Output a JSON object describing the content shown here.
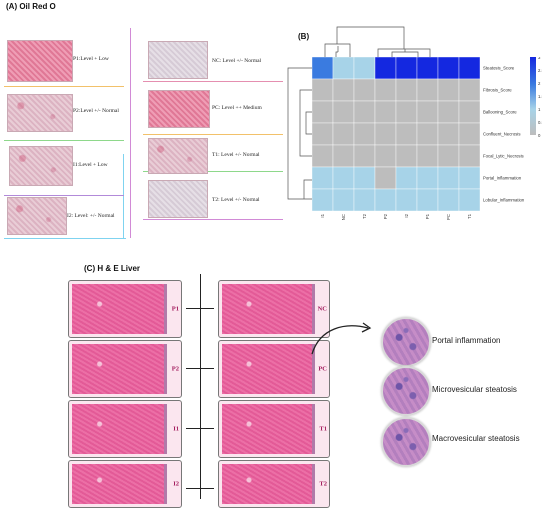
{
  "panel_a": {
    "title": "(A) Oil Red O",
    "items": [
      {
        "label": "P1:Level + Low"
      },
      {
        "label": "P2:Level +/- Normal"
      },
      {
        "label": "I1:Level + Low"
      },
      {
        "label": "I2: Level: +/- Normal"
      },
      {
        "label": "NC: Level +/- Normal"
      },
      {
        "label": "PC: Level ++ Medium"
      },
      {
        "label": "T1: Level +/- Normal"
      },
      {
        "label": "T2: Level +/- Normal"
      }
    ]
  },
  "panel_b": {
    "title": "(B)",
    "rows": [
      "Steatosis_Score",
      "Fibrosis_Score",
      "Ballooning_Score",
      "Confluent_Necrosis",
      "Focal_Lytic_Necrosis",
      "Portal_Inflammation",
      "Lobular_Inflammation"
    ],
    "cols": [
      "I1",
      "NC",
      "T2",
      "P2",
      "I2",
      "P1",
      "PC",
      "T1"
    ],
    "values": [
      [
        2,
        1,
        1,
        3,
        3,
        3,
        3,
        3
      ],
      [
        0,
        0,
        0,
        0,
        0,
        0,
        0,
        0
      ],
      [
        0,
        0,
        0,
        0,
        0,
        0,
        0,
        0
      ],
      [
        0,
        0,
        0,
        0,
        0,
        0,
        0,
        0
      ],
      [
        0,
        0,
        0,
        0,
        0,
        0,
        0,
        0
      ],
      [
        1,
        1,
        1,
        0,
        1,
        1,
        1,
        1
      ],
      [
        1,
        1,
        1,
        1,
        1,
        1,
        1,
        1
      ]
    ],
    "colorbar_ticks": [
      "3",
      "2.5",
      "2",
      "1.5",
      "1",
      "0.5",
      "0"
    ],
    "colors": {
      "c0": "#bdbdbd",
      "c1": "#a7d3e8",
      "c2": "#3a7be0",
      "c3": "#1428e0"
    }
  },
  "panel_c": {
    "title": "(C) H & E Liver",
    "items": [
      {
        "label": "P1"
      },
      {
        "label": "P2"
      },
      {
        "label": "I1"
      },
      {
        "label": "I2"
      },
      {
        "label": "NC"
      },
      {
        "label": "PC"
      },
      {
        "label": "T1"
      },
      {
        "label": "T2"
      }
    ],
    "insets": [
      {
        "label": "Portal inflammation"
      },
      {
        "label": "Microvesicular steatosis"
      },
      {
        "label": "Macrovesicular steatosis"
      }
    ]
  }
}
